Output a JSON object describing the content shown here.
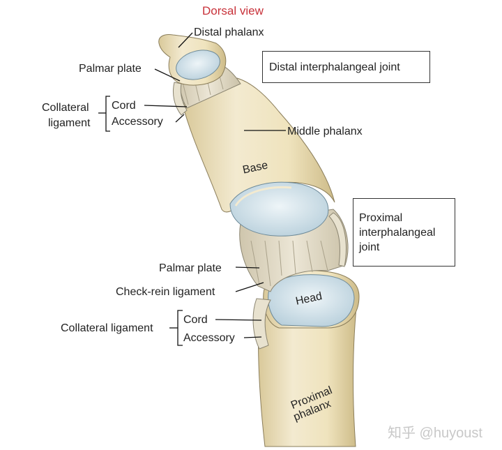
{
  "title": "Dorsal view",
  "colors": {
    "title": "#c8323a",
    "bone": "#f1e7c3",
    "bone_shade": "#d8c898",
    "cartilage": "#d6e7ef",
    "ligament": "#e4dcc4",
    "outline": "#555555"
  },
  "labels": {
    "distal_phalanx": "Distal phalanx",
    "palmar_plate_top": "Palmar plate",
    "collateral_ligament_top_line1": "Collateral",
    "collateral_ligament_top_line2": "ligament",
    "cord_top": "Cord",
    "accessory_top": "Accessory",
    "middle_phalanx": "Middle phalanx",
    "palmar_plate_bottom": "Palmar plate",
    "check_rein_ligament": "Check-rein ligament",
    "collateral_ligament_bottom": "Collateral ligament",
    "cord_bottom": "Cord",
    "accessory_bottom": "Accessory"
  },
  "bone_labels": {
    "base": "Base",
    "head": "Head",
    "proximal_phalanx_line1": "Proximal",
    "proximal_phalanx_line2": "phalanx"
  },
  "boxes": {
    "dip": "Distal interphalangeal joint",
    "pip_line1": "Proximal",
    "pip_line2": "interphalangeal",
    "pip_line3": "joint"
  },
  "watermark": "知乎 @huyoust"
}
